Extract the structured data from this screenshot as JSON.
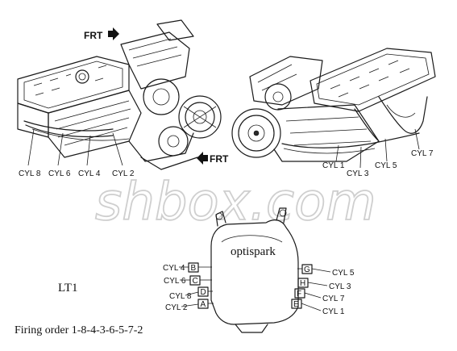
{
  "left_engine": {
    "front_label": "FRT",
    "cylinders": [
      "CYL 8",
      "CYL 6",
      "CYL 4",
      "CYL 2"
    ]
  },
  "right_engine": {
    "front_label": "FRT",
    "cylinders": [
      "CYL 1",
      "CYL 3",
      "CYL 5",
      "CYL 7"
    ]
  },
  "watermark": "shbox.com",
  "optispark": {
    "title": "optispark",
    "left_terminals": [
      {
        "letter": "B",
        "cyl": "CYL 4"
      },
      {
        "letter": "C",
        "cyl": "CYL 6"
      },
      {
        "letter": "D",
        "cyl": "CYL 8"
      },
      {
        "letter": "A",
        "cyl": "CYL 2"
      }
    ],
    "right_terminals": [
      {
        "letter": "G",
        "cyl": "CYL 5"
      },
      {
        "letter": "H",
        "cyl": "CYL 3"
      },
      {
        "letter": "F",
        "cyl": "CYL 7"
      },
      {
        "letter": "E",
        "cyl": "CYL 1"
      }
    ]
  },
  "engine_name": "LT1",
  "firing_order": "Firing order 1-8-4-3-6-5-7-2"
}
